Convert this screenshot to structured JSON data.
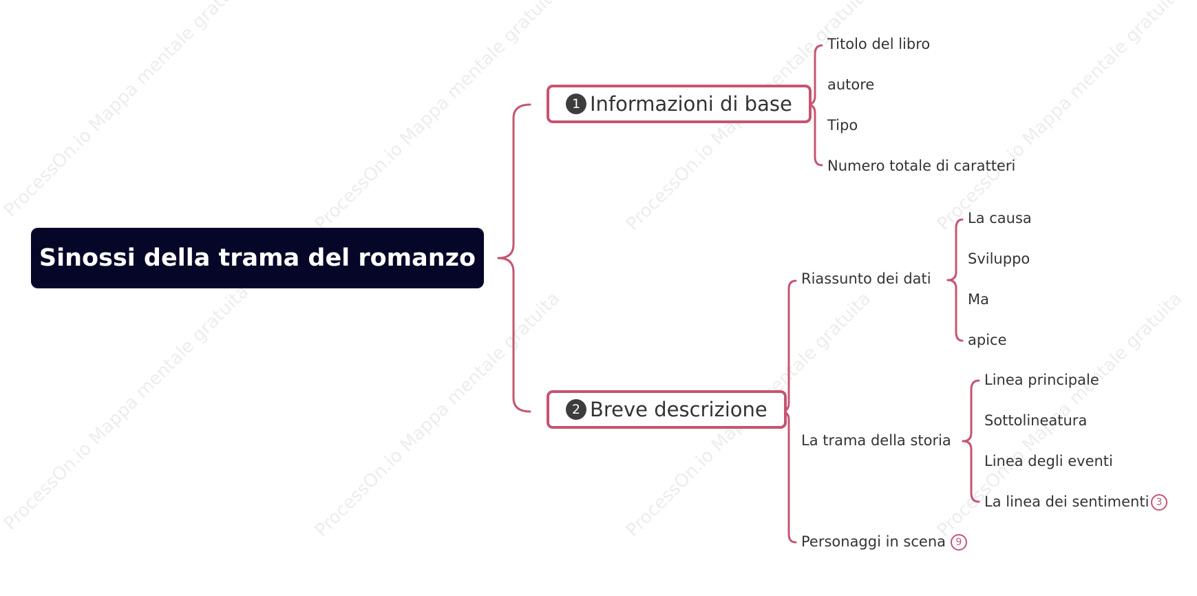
{
  "watermark": "ProcessOn.io Mappa mentale gratuita",
  "colors": {
    "accent": "#c65470",
    "root_bg": "#060628",
    "number_bg": "#3d3d3d"
  },
  "root": {
    "title": "Sinossi della trama del romanzo"
  },
  "branches": [
    {
      "number": "1",
      "label": "Informazioni di base",
      "children": [
        "Titolo del libro",
        "autore",
        "Tipo",
        "Numero totale di caratteri"
      ]
    },
    {
      "number": "2",
      "label": "Breve descrizione",
      "children": [
        {
          "label": "Riassunto dei dati",
          "children": [
            "La causa",
            "Sviluppo",
            "Ma",
            "apice"
          ]
        },
        {
          "label": "La trama della storia",
          "children": [
            "Linea principale",
            "Sottolineatura",
            "Linea degli eventi",
            "La linea dei sentimenti"
          ],
          "last_child_badge": "3"
        },
        {
          "label": "Personaggi in scena",
          "badge": "9"
        }
      ]
    }
  ]
}
